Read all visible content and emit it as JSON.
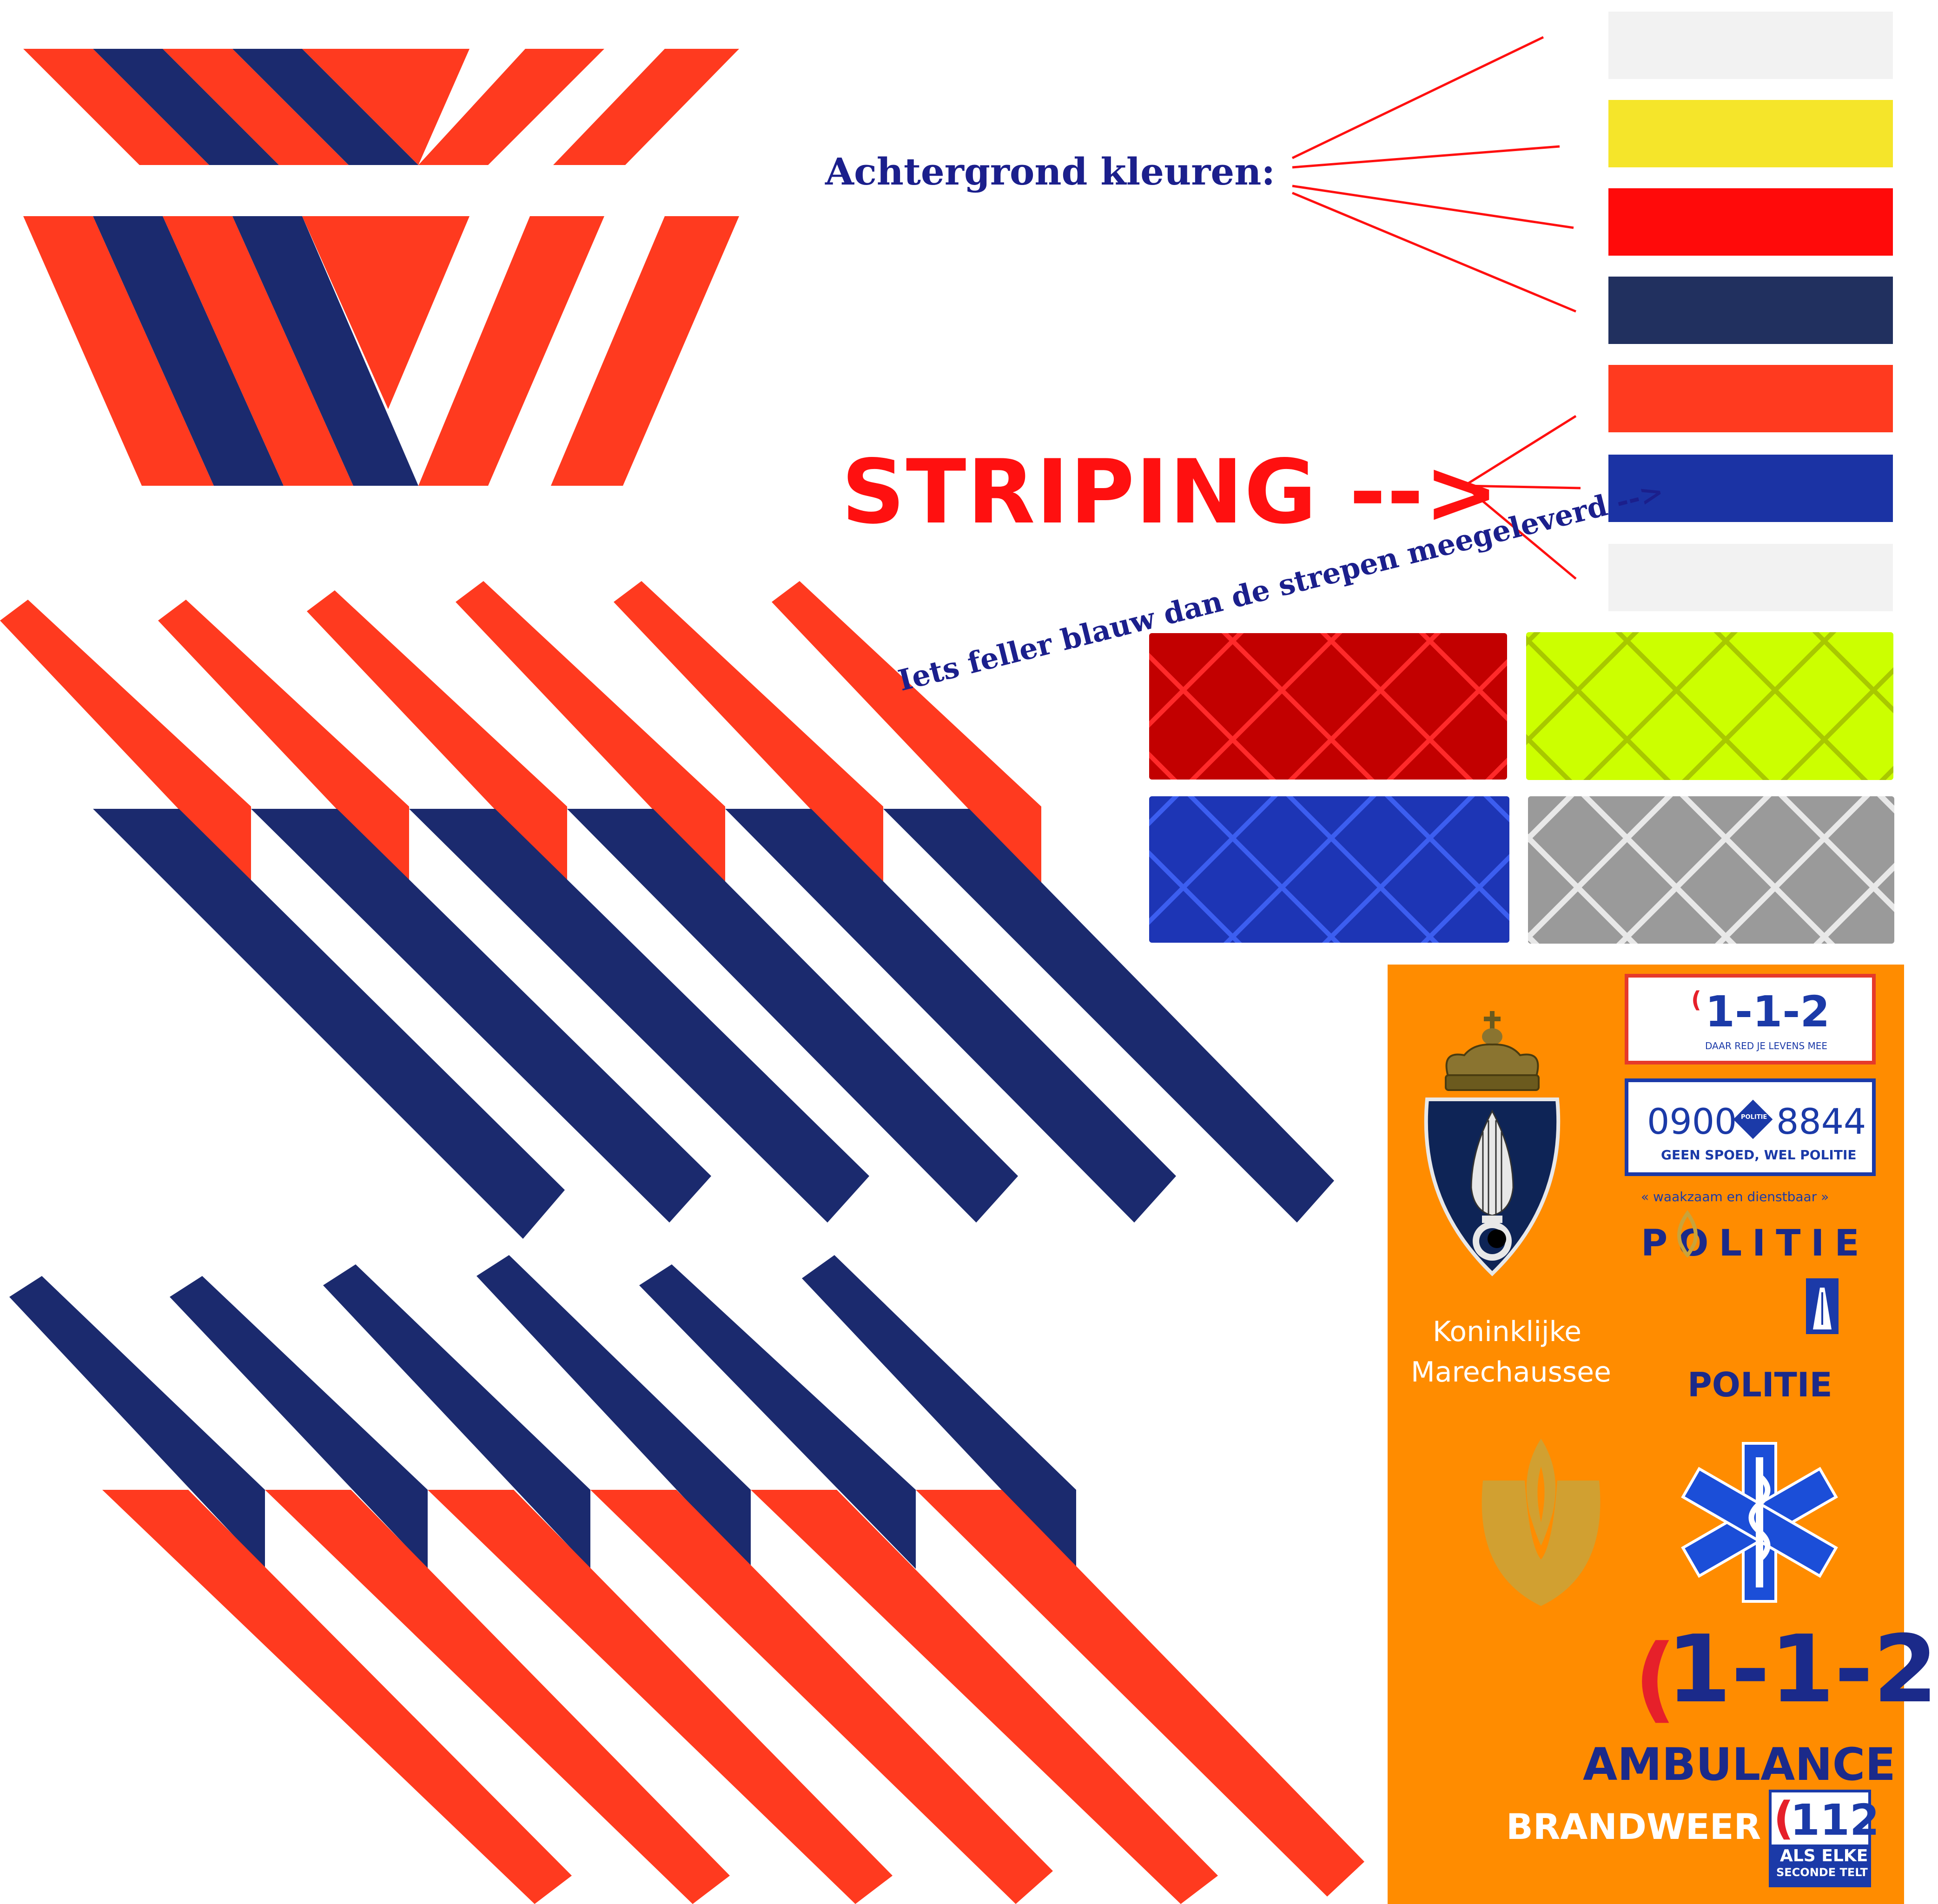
{
  "colors": {
    "orange_red": "#ff3a1f",
    "navy": "#1b2a6e",
    "swatches": [
      "#f2f2f2",
      "#f5e52a",
      "#ff0a0a",
      "#21305f",
      "#ff3a1f",
      "#1b33a4",
      "#f2f2f2"
    ],
    "reflective": [
      {
        "base": "#c20000",
        "grid": "#ff2a2a"
      },
      {
        "base": "#ccff00",
        "grid": "#a8c800"
      },
      {
        "base": "#1d35b5",
        "grid": "#3c5ef0"
      },
      {
        "base": "#9a9a9a",
        "grid": "#e8e8e8"
      }
    ],
    "emblem_panel": "#ff8c00"
  },
  "labels": {
    "background_colors": "Achtergrond kleuren:",
    "striping": "STRIPING -->",
    "brighter_blue_note": "Iets feller blauw dan de strepen meegeleverd -->"
  },
  "emblems": {
    "kmar_line1": "Koninklijke",
    "kmar_line2": "Marechaussee",
    "sticker_112_number": "1-1-2",
    "sticker_112_sub": "DAAR RED JE LEVENS MEE",
    "politie_phone_left": "0900",
    "politie_phone_right": "8844",
    "politie_phone_tag": "POLITIE",
    "politie_phone_slogan": "GEEN SPOED, WEL POLITIE",
    "motto": "« waakzaam en dienstbaar »",
    "politie_logo_text": "POLITIE",
    "politie_text": "POLITIE",
    "big_112": "1-1-2",
    "ambulance": "AMBULANCE",
    "brandweer": "BRANDWEER",
    "badge_112": "112",
    "badge_line1": "ALS ELKE",
    "badge_line2": "SECONDE TELT"
  },
  "icons": [
    "crown-icon",
    "grenade-shield-icon",
    "highway-sign-icon",
    "flame-shield-icon",
    "star-of-life-icon",
    "phone-handset-icon"
  ]
}
